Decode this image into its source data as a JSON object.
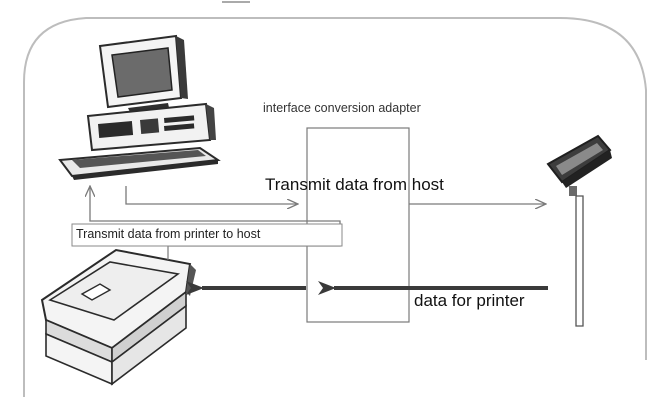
{
  "labels": {
    "adapter": "interface conversion adapter",
    "host_to_display": "Transmit data from host",
    "printer_to_host": "Transmit data from printer to host",
    "to_printer": "data for printer"
  },
  "colors": {
    "line": "#7a7a7a",
    "thick_arrow": "#3a3a3a",
    "device_dark": "#2b2b2b",
    "device_light": "#f2f2f2"
  },
  "icons": {
    "computer": "desktop-computer-icon",
    "printer": "printer-icon",
    "pole_display": "customer-pole-display-icon"
  }
}
